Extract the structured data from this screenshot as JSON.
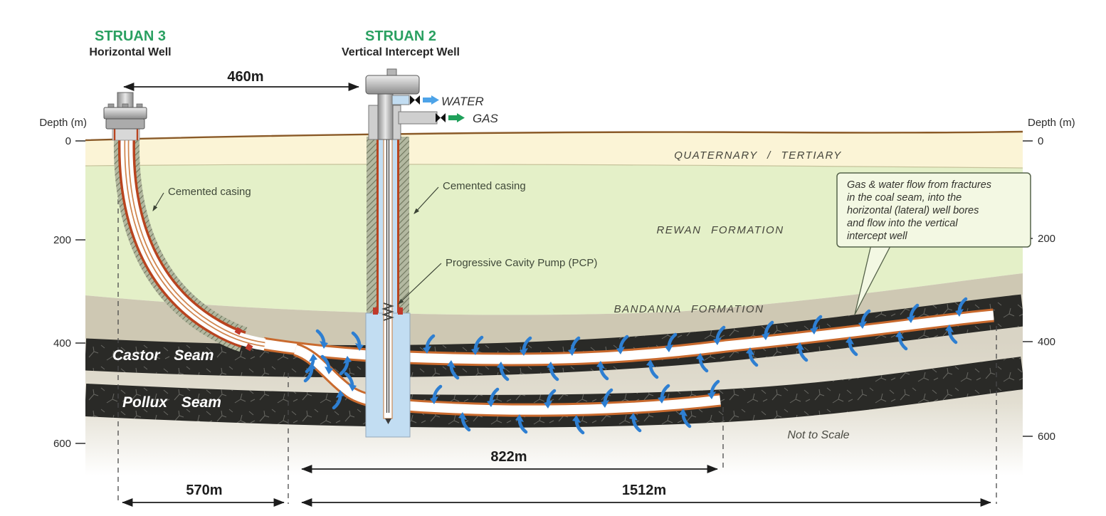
{
  "title_block": {
    "struan3": {
      "name": "STRUAN 3",
      "subtitle": "Horizontal Well"
    },
    "struan2": {
      "name": "STRUAN 2",
      "subtitle": "Vertical Intercept Well"
    }
  },
  "wellhead_outputs": {
    "water": "WATER",
    "gas": "GAS"
  },
  "depth_axis": {
    "left_title": "Depth (m)",
    "right_title": "Depth (m)",
    "ticks": [
      "0",
      "200",
      "400",
      "600"
    ]
  },
  "formations": {
    "quaternary": "QUATERNARY / TERTIARY",
    "rewan": "REWAN FORMATION",
    "bandanna": "BANDANNA FORMATION"
  },
  "coal_seams": {
    "castor": "Castor Seam",
    "pollux": "Pollux Seam"
  },
  "annotations": {
    "cemented_casing_struan3": "Cemented casing",
    "cemented_casing_struan2": "Cemented casing",
    "pcp": "Progressive Cavity Pump (PCP)",
    "callout_lines": [
      "Gas & water flow from fractures",
      "in the coal seam, into the",
      "horizontal (lateral) well bores",
      "and flow into the vertical",
      "intercept well"
    ],
    "not_to_scale": "Not to Scale"
  },
  "measurements": {
    "well_spacing": "460m",
    "pollux_lateral": "822m",
    "struan3_lateral_offset": "570m",
    "castor_lateral": "1512m"
  },
  "colors": {
    "accent_green": "#2AA061",
    "water_blue": "#4DA3E8",
    "gas_green": "#1FA05A",
    "flow_arrow_blue": "#2E7FD2",
    "casing_orange": "#B8441F",
    "coal_black": "#2A2A27",
    "quaternary_fill": "#FBF4D6",
    "rewan_fill": "#E4F0C8",
    "bandanna_fill": "#CEC8B3",
    "water_in_well": "#C2DDF2"
  }
}
